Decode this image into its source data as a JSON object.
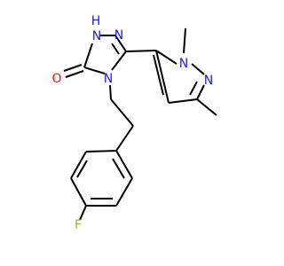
{
  "colors": {
    "carbon_bond": "#000000",
    "nitrogen": "#1a1af0",
    "oxygen": "#ff0d0d",
    "fluorine": "#88c23f",
    "background": "#ffffff"
  },
  "atom_labels": {
    "n_h": "N",
    "h_on_n": "H",
    "n_triazole_right": "N",
    "n_triazole_bottom": "N",
    "oxygen": "O",
    "n_pyrazole_methyl": "N",
    "n_pyrazole_imine": "N",
    "fluorine": "F"
  }
}
